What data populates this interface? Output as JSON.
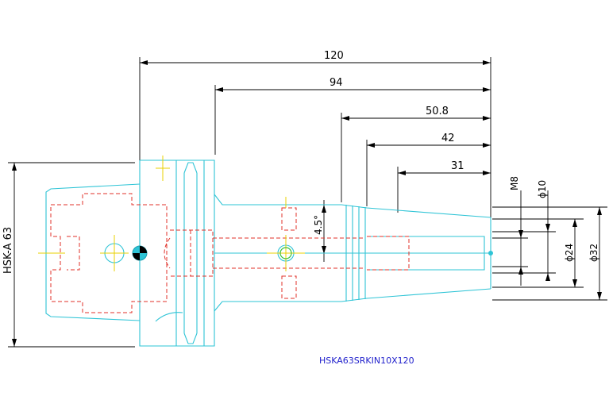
{
  "drawing": {
    "title": "HSKA63SRKIN10X120",
    "dimensions": {
      "length_total": "120",
      "length_94": "94",
      "length_50_8": "50.8",
      "length_42": "42",
      "length_31": "31",
      "thread": "M8",
      "dia_10": "ϕ10",
      "dia_24": "ϕ24",
      "dia_32": "ϕ32",
      "angle": "4.5°",
      "interface": "HSK-A 63"
    }
  }
}
